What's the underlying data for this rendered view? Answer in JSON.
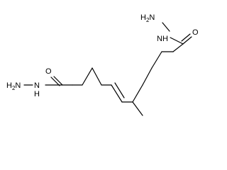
{
  "molecule": {
    "labels": {
      "right_terminal_nitrogen": "H2N",
      "right_hydrazide_nitrogen": "N",
      "right_hydrazide_nitrogen_h": "H",
      "right_carbonyl_oxygen": "O",
      "left_terminal_nitrogen": "H2N",
      "left_hydrazide_nitrogen": "N",
      "left_hydrazide_nitrogen_h": "H",
      "left_carbonyl_oxygen": "O"
    },
    "colors": {
      "bond": "#000000",
      "label": "#000000",
      "background": "#ffffff"
    }
  }
}
